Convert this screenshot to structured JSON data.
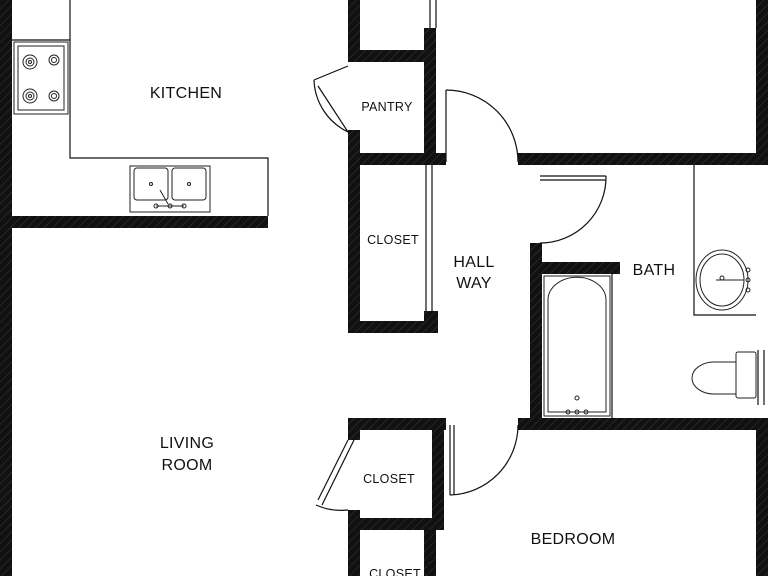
{
  "colors": {
    "wall": "#111111",
    "background": "#ffffff",
    "fixture_stroke": "#222222"
  },
  "icons": [
    "stove-icon",
    "double-sink-icon",
    "bathtub-icon",
    "bath-sink-icon",
    "toilet-icon",
    "door-swing-icon"
  ],
  "rooms": {
    "kitchen": "KITCHEN",
    "pantry": "PANTRY",
    "closet_hall": "CLOSET",
    "hallway_line1": "HALL",
    "hallway_line2": "WAY",
    "bath": "BATH",
    "living_line1": "LIVING",
    "living_line2": "ROOM",
    "closet_lower": "CLOSET",
    "closet_bottom": "CLOSET",
    "bedroom": "BEDROOM"
  }
}
